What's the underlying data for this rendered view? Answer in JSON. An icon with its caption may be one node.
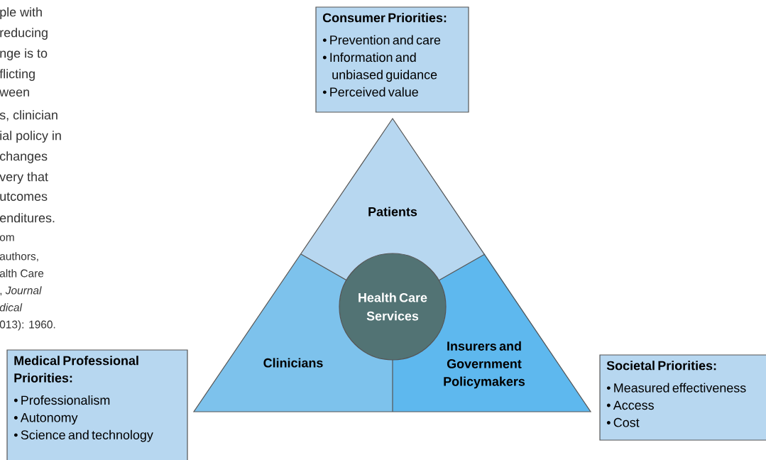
{
  "diagram": {
    "nodes": [
      {
        "text": [
          "Consumer Priorities:",
          "• Prevention and care",
          "• Information and unbiased guidance",
          "• Perceived value"
        ]
      },
      {
        "text": [
          "Patients"
        ]
      },
      {
        "text": [
          "Clinicians"
        ]
      },
      {
        "text": [
          "Insurers and Government Policymakers"
        ]
      },
      {
        "text": [
          "Health Care Services"
        ]
      },
      {
        "text": [
          "Medical Professional Priorities:",
          "• Professionalism",
          "• Autonomy",
          "• Science and technology"
        ]
      },
      {
        "text": [
          "Societal Priorities:",
          "• Measured effectiveness",
          "• Access",
          "• Cost"
        ]
      }
    ],
    "labels": [
      "ple with",
      "reducing",
      "nge is to",
      "flicting",
      "ween",
      "s, clinician",
      "ial policy in",
      "changes",
      "very that",
      "utcomes",
      "enditures.",
      "om",
      "authors,",
      "alth Care",
      ", *Journal*",
      "*dical*",
      "013): 1960."
    ]
  }
}
